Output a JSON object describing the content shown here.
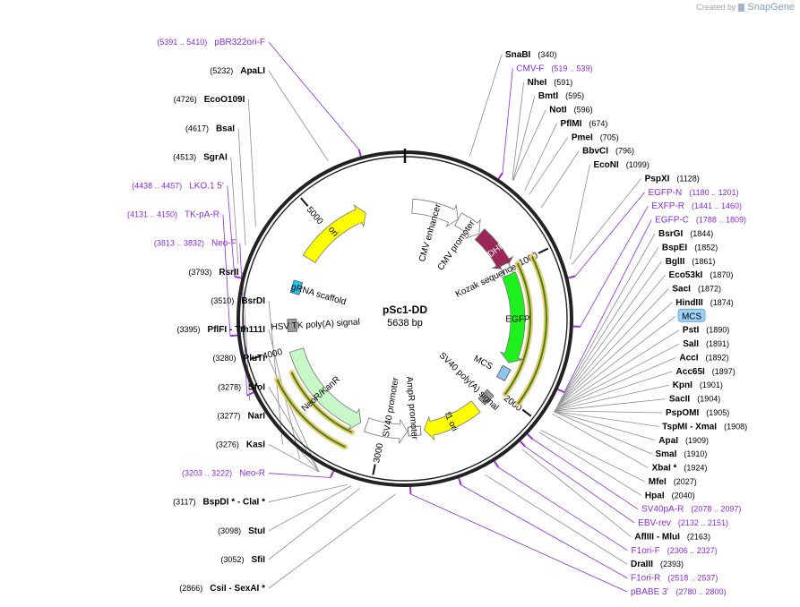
{
  "branding": {
    "created_by": "Created by",
    "product": "SnapGene"
  },
  "plasmid": {
    "name": "pSc1-DD",
    "size": "5638 bp",
    "length": 5638
  },
  "scale_ticks": [
    {
      "pos": 1000,
      "label": "1000"
    },
    {
      "pos": 2000,
      "label": "2000"
    },
    {
      "pos": 3000,
      "label": "3000"
    },
    {
      "pos": 4000,
      "label": "4000"
    },
    {
      "pos": 5000,
      "label": "5000"
    }
  ],
  "features": [
    {
      "name": "CMV enhancer",
      "start": 60,
      "end": 440,
      "color": "#ffffff",
      "dir": 1
    },
    {
      "name": "CMV promoter",
      "start": 441,
      "end": 643,
      "color": "#ffffff",
      "dir": 1
    },
    {
      "name": "ecDHFR",
      "start": 650,
      "end": 1000,
      "color": "#9b2758",
      "dir": 1
    },
    {
      "name": "Kozak sequence",
      "start": 1005,
      "end": 1014,
      "color": "#ffffff",
      "dir": 1
    },
    {
      "name": "EGFP",
      "start": 1050,
      "end": 1770,
      "color": "#1ef01e",
      "dir": 1
    },
    {
      "name": "MCS",
      "start": 1825,
      "end": 1900,
      "color": "#8fc4f2",
      "dir": 0
    },
    {
      "name": "SV40 poly(A) signal",
      "start": 2040,
      "end": 2160,
      "color": "#9e9e9e",
      "dir": 0
    },
    {
      "name": "f1 ori",
      "start": 2210,
      "end": 2665,
      "color": "#ffff00",
      "dir": 1
    },
    {
      "name": "AmpR promoter",
      "start": 2690,
      "end": 2795,
      "color": "#ffffff",
      "dir": -1
    },
    {
      "name": "SV40 promoter",
      "start": 2800,
      "end": 3130,
      "color": "#ffffff",
      "dir": -1
    },
    {
      "name": "NeoR/KanR",
      "start": 3180,
      "end": 3975,
      "color": "#c8f7c8",
      "dir": -1
    },
    {
      "name": "HSV TK poly(A) signal",
      "start": 4150,
      "end": 4200,
      "color": "#9e9e9e",
      "dir": 0
    },
    {
      "name": "gRNA scaffold",
      "start": 4440,
      "end": 4520,
      "color": "#19c8f5",
      "dir": -1
    },
    {
      "name": "ori",
      "start": 4730,
      "end": 5320,
      "color": "#ffff00",
      "dir": 1
    }
  ],
  "primer_arcs": [
    {
      "name": "primer-arc-egfp",
      "start": 1000,
      "end": 1990,
      "dir": 1
    },
    {
      "name": "primer-arc-neo",
      "start": 3210,
      "end": 3830,
      "dir": -1
    }
  ],
  "left_labels": [
    {
      "text": "(5391 .. 5410)",
      "name": "pBR322ori-F",
      "pos": 5400,
      "purple": true
    },
    {
      "text": "(5232)",
      "name": "ApaLI",
      "pos": 5232
    },
    {
      "text": "(4726)",
      "name": "EcoO109I",
      "pos": 4726
    },
    {
      "text": "(4617)",
      "name": "BsaI",
      "pos": 4617
    },
    {
      "text": "(4513)",
      "name": "SgrAI",
      "pos": 4513
    },
    {
      "text": "(4438 .. 4457)",
      "name": "LKO.1 5'",
      "pos": 4447,
      "purple": true
    },
    {
      "text": "(4131 .. 4150)",
      "name": "TK-pA-R",
      "pos": 4140,
      "purple": true
    },
    {
      "text": "(3813 .. 3832)",
      "name": "Neo-F",
      "pos": 3822,
      "purple": true
    },
    {
      "text": "(3793)",
      "name": "RsrII",
      "pos": 3793
    },
    {
      "text": "(3510)",
      "name": "BsrDI",
      "pos": 3510
    },
    {
      "text": "(3395)",
      "name": "PflFI  - Tth111I",
      "pos": 3395
    },
    {
      "text": "(3280)",
      "name": "PluTI",
      "pos": 3280
    },
    {
      "text": "(3278)",
      "name": "SfoI",
      "pos": 3278
    },
    {
      "text": "(3277)",
      "name": "NarI",
      "pos": 3277
    },
    {
      "text": "(3276)",
      "name": "KasI",
      "pos": 3276
    },
    {
      "text": "(3203 .. 3222)",
      "name": "Neo-R",
      "pos": 3212,
      "purple": true
    },
    {
      "text": "(3117)",
      "name": "BspDI *  - ClaI *",
      "pos": 3117
    },
    {
      "text": "(3098)",
      "name": "StuI",
      "pos": 3098
    },
    {
      "text": "(3052)",
      "name": "SfiI",
      "pos": 3052
    },
    {
      "text": "(2866)",
      "name": "CsiI  - SexAI *",
      "pos": 2866
    }
  ],
  "right_labels": [
    {
      "name": "SnaBI",
      "text": "(340)",
      "pos": 340
    },
    {
      "name": "CMV-F",
      "text": "(519 .. 539)",
      "pos": 529,
      "purple": true
    },
    {
      "name": "NheI",
      "text": "(591)",
      "pos": 591
    },
    {
      "name": "BmtI",
      "text": "(595)",
      "pos": 595
    },
    {
      "name": "NotI",
      "text": "(596)",
      "pos": 596
    },
    {
      "name": "PflMI",
      "text": "(674)",
      "pos": 674
    },
    {
      "name": "PmeI",
      "text": "(705)",
      "pos": 705
    },
    {
      "name": "BbvCI",
      "text": "(796)",
      "pos": 796
    },
    {
      "name": "EcoNI",
      "text": "(1099)",
      "pos": 1099
    },
    {
      "name": "PspXI",
      "text": "(1128)",
      "pos": 1128
    },
    {
      "name": "EGFP-N",
      "text": "(1180 .. 1201)",
      "pos": 1190,
      "purple": true
    },
    {
      "name": "EXFP-R",
      "text": "(1441 .. 1460)",
      "pos": 1450,
      "purple": true
    },
    {
      "name": "EGFP-C",
      "text": "(1788 .. 1809)",
      "pos": 1798,
      "purple": true
    },
    {
      "name": "BsrGI",
      "text": "(1844)",
      "pos": 1844
    },
    {
      "name": "BspEI",
      "text": "(1852)",
      "pos": 1852
    },
    {
      "name": "BglII",
      "text": "(1861)",
      "pos": 1861
    },
    {
      "name": "Eco53kI",
      "text": "(1870)",
      "pos": 1870
    },
    {
      "name": "SacI",
      "text": "(1872)",
      "pos": 1872
    },
    {
      "name": "HindIII",
      "text": "(1874)",
      "pos": 1874
    },
    {
      "name": "MCS",
      "text": "",
      "pos": 1880,
      "box": true
    },
    {
      "name": "PstI",
      "text": "(1890)",
      "pos": 1890
    },
    {
      "name": "SalI",
      "text": "(1891)",
      "pos": 1891
    },
    {
      "name": "AccI",
      "text": "(1892)",
      "pos": 1892
    },
    {
      "name": "Acc65I",
      "text": "(1897)",
      "pos": 1897
    },
    {
      "name": "KpnI",
      "text": "(1901)",
      "pos": 1901
    },
    {
      "name": "SacII",
      "text": "(1904)",
      "pos": 1904
    },
    {
      "name": "PspOMI",
      "text": "(1905)",
      "pos": 1905
    },
    {
      "name": "TspMI  - XmaI",
      "text": "(1908)",
      "pos": 1908
    },
    {
      "name": "ApaI",
      "text": "(1909)",
      "pos": 1909
    },
    {
      "name": "SmaI",
      "text": "(1910)",
      "pos": 1910
    },
    {
      "name": "XbaI *",
      "text": "(1924)",
      "pos": 1924
    },
    {
      "name": "MfeI",
      "text": "(2027)",
      "pos": 2027
    },
    {
      "name": "HpaI",
      "text": "(2040)",
      "pos": 2040
    },
    {
      "name": "SV40pA-R",
      "text": "(2078 .. 2097)",
      "pos": 2088,
      "purple": true
    },
    {
      "name": "EBV-rev",
      "text": "(2132 .. 2151)",
      "pos": 2142,
      "purple": true
    },
    {
      "name": "AflIII  - MluI",
      "text": "(2163)",
      "pos": 2163
    },
    {
      "name": "F1ori-F",
      "text": "(2306 .. 2327)",
      "pos": 2316,
      "purple": true
    },
    {
      "name": "DraIII",
      "text": "(2393)",
      "pos": 2393
    },
    {
      "name": "F1ori-R",
      "text": "(2518 .. 2537)",
      "pos": 2527,
      "purple": true
    },
    {
      "name": "pBABE 3'",
      "text": "(2780 .. 2800)",
      "pos": 2790,
      "purple": true
    }
  ],
  "colors": {
    "backbone": "#222222",
    "enzyme_text": "#000000",
    "primer_text": "#8a2be2",
    "primer_tick": "#9b30d9",
    "leader_line": "#8c8c8c",
    "primer_arc": "#2e8b1e",
    "primer_arc_halo": "#f6c36b"
  }
}
